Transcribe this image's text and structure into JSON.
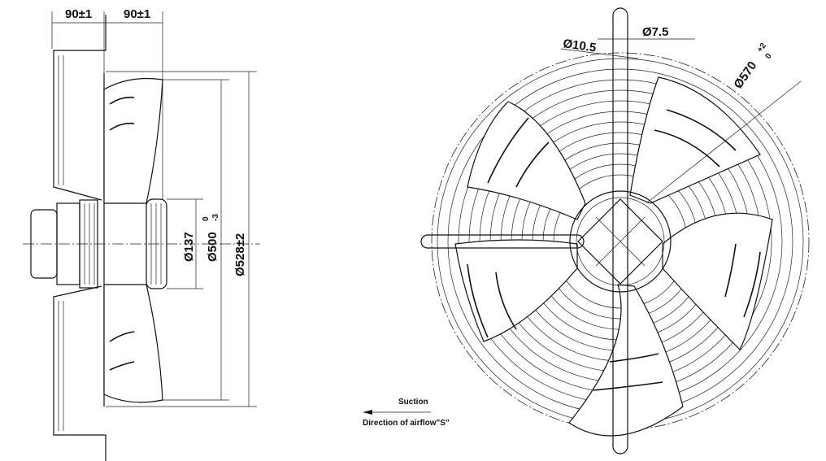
{
  "side_view": {
    "dim_top_left": "90±1",
    "dim_top_right": "90±1",
    "dim_hub": "Ø137",
    "dim_blade": "Ø500",
    "dim_blade_tol_upper": "0",
    "dim_blade_tol_lower": "-3",
    "dim_guard": "Ø528±2"
  },
  "front_view": {
    "dim_hole": "Ø10.5",
    "dim_wire": "Ø7.5",
    "dim_outer": "Ø570",
    "dim_outer_tol_upper": "+2",
    "dim_outer_tol_lower": "0"
  },
  "legend": {
    "suction": "Suction",
    "airflow": "Direction of airflow\"S\""
  }
}
